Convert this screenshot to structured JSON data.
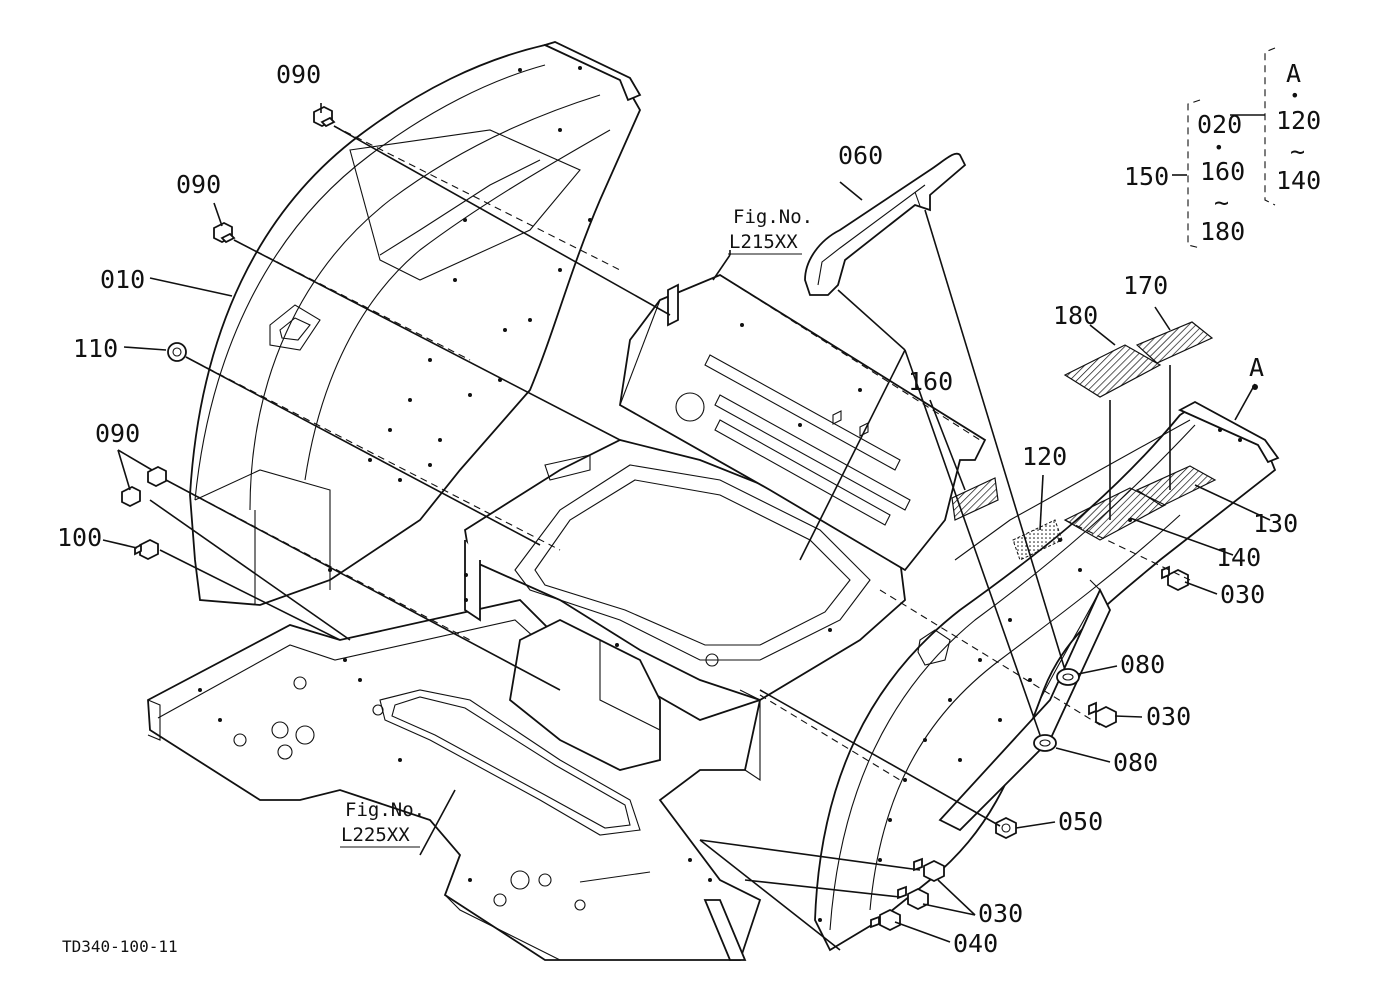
{
  "diagram": {
    "callouts": {
      "c090a": "090",
      "c090b": "090",
      "c010": "010",
      "c110": "110",
      "c090c": "090",
      "c100": "100",
      "c060": "060",
      "c160": "160",
      "c180": "180",
      "c170": "170",
      "cA": "A",
      "c120": "120",
      "c130": "130",
      "c140": "140",
      "c030a": "030",
      "c080a": "080",
      "c030b": "030",
      "c080b": "080",
      "c050": "050",
      "c030c": "030",
      "c040": "040"
    },
    "fig_refs": {
      "upper_prefix": "Fig.No.",
      "upper_code": "L215XX",
      "lower_prefix": "Fig.No.",
      "lower_code": "L225XX"
    },
    "legend": {
      "A": "A",
      "n020": "020",
      "n120": "120",
      "n140": "140",
      "n150": "150",
      "n160": "160",
      "n180": "180",
      "dot1": "•",
      "dot2": "•",
      "tilde1": "~",
      "tilde2": "~"
    },
    "drawing_code": "TD340-100-11"
  }
}
